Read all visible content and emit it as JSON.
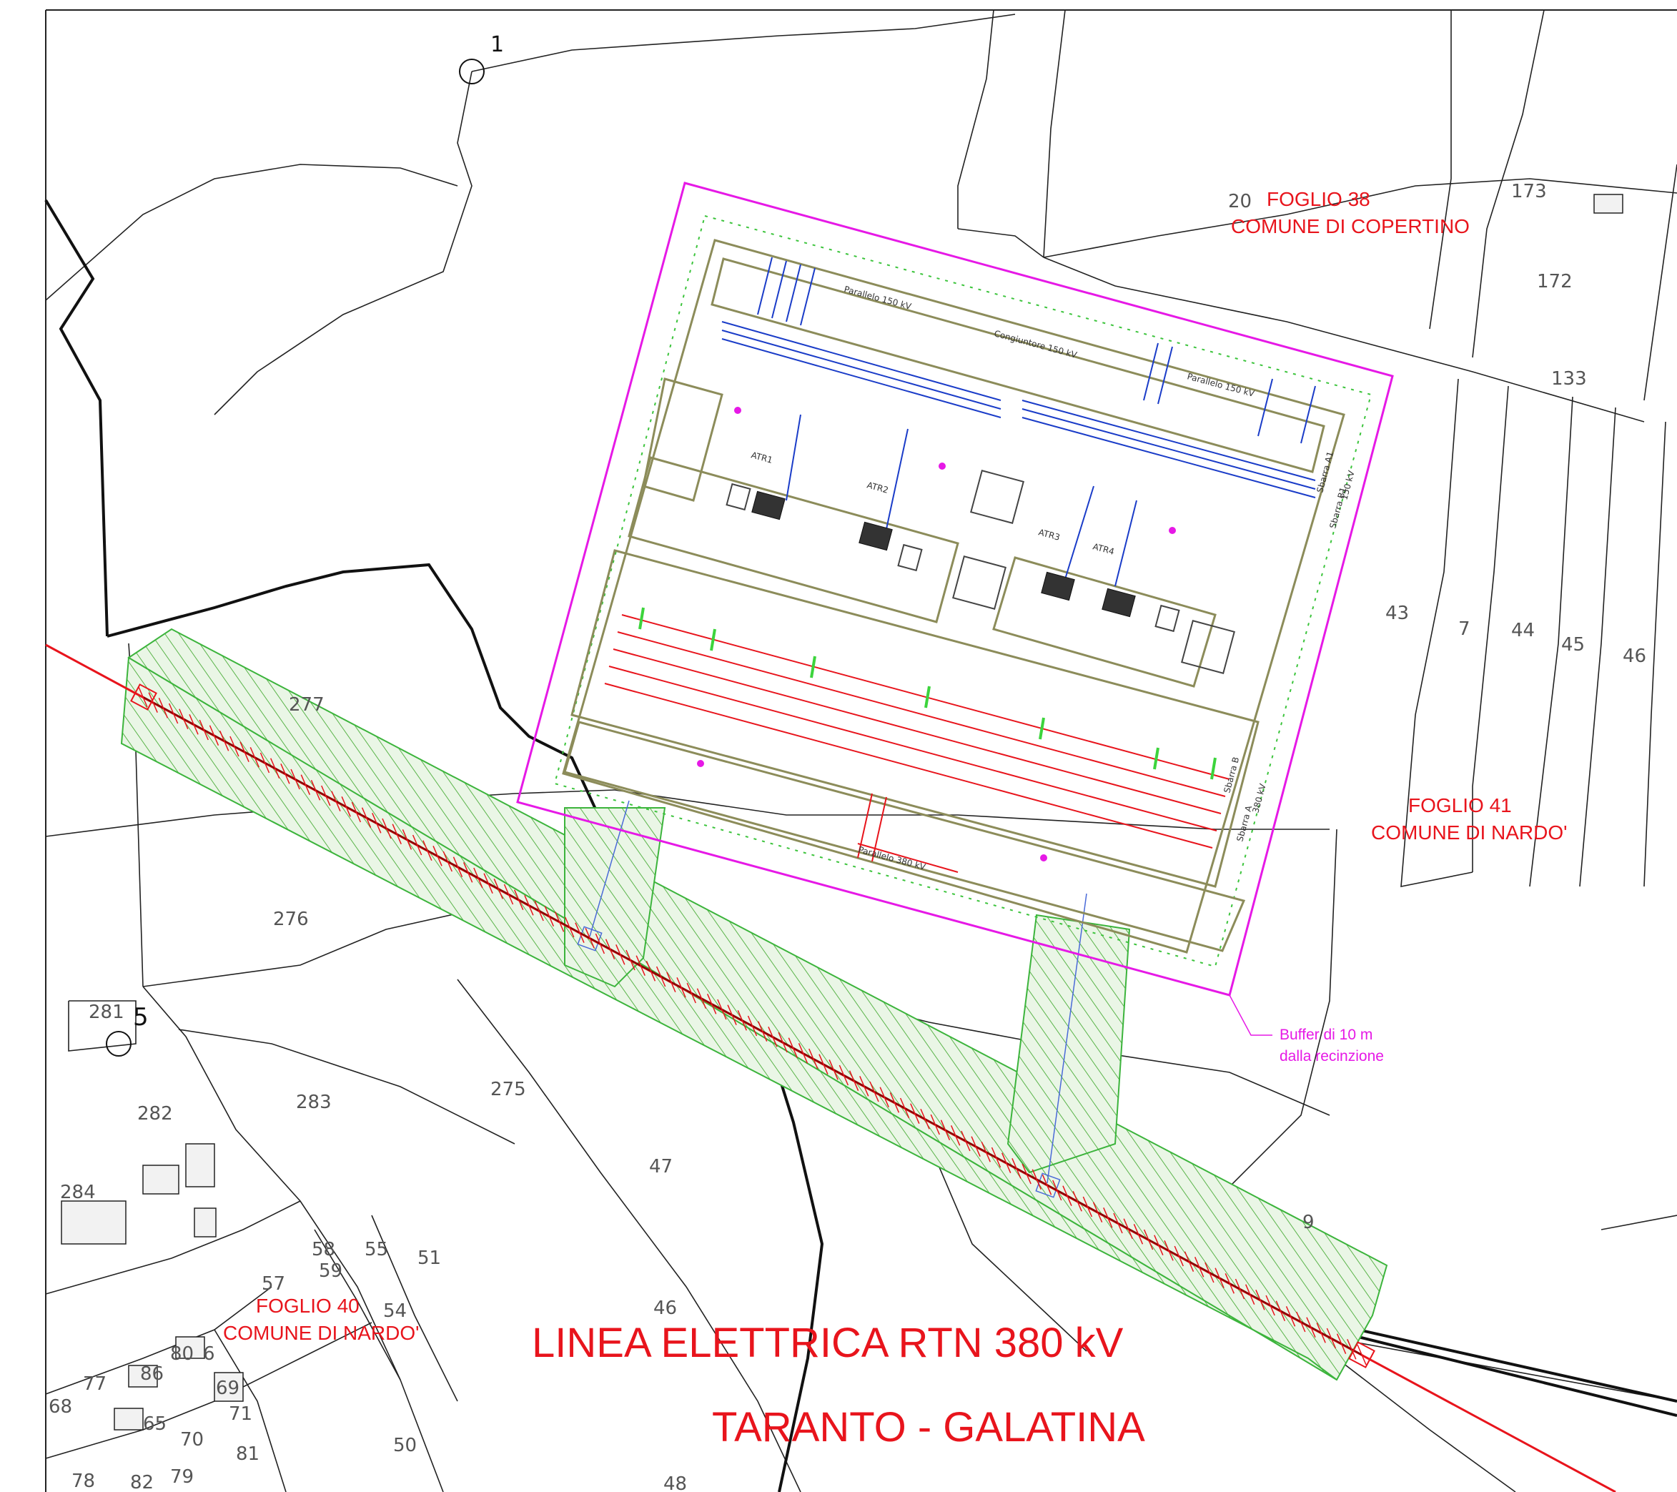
{
  "fogli": {
    "f38": {
      "title": "FOGLIO 38",
      "comune": "COMUNE DI COPERTINO",
      "num": "20"
    },
    "f41": {
      "title": "FOGLIO 41",
      "comune": "COMUNE DI NARDO'"
    },
    "f40": {
      "title": "FOGLIO 40",
      "comune": "COMUNE DI NARDO'"
    }
  },
  "title": {
    "line1": "LINEA ELETTRICA RTN 380 kV",
    "line2": "TARANTO - GALATINA"
  },
  "buffer": {
    "line1": "Buffer di 10 m",
    "line2": "dalla recinzione"
  },
  "vertices": {
    "v1": "1",
    "v5": "5"
  },
  "parcels": {
    "p173": "173",
    "p172": "172",
    "p133": "133",
    "p43": "43",
    "p7": "7",
    "p44": "44",
    "p45": "45",
    "p46r": "46",
    "p277": "277",
    "p276": "276",
    "p281": "281",
    "p282": "282",
    "p283": "283",
    "p275": "275",
    "p284": "284",
    "p47": "47",
    "p9": "9",
    "p58": "58",
    "p55": "55",
    "p51": "51",
    "p57": "57",
    "p59": "59",
    "p54": "54",
    "p46b": "46",
    "p80": "80",
    "p6": "6",
    "p77": "77",
    "p86": "86",
    "p69": "69",
    "p68": "68",
    "p65": "65",
    "p71": "71",
    "p70": "70",
    "p81": "81",
    "p50": "50",
    "p78": "78",
    "p82": "82",
    "p79": "79",
    "p48": "48"
  },
  "station": {
    "parallelo150a": "Parallelo 150 kV",
    "parallelo150b": "Parallelo 150 kV",
    "congiuntore": "Congiuntore 150 kV",
    "parallelo380": "Parallelo 380 kV",
    "atr1": "ATR1",
    "atr2": "ATR2",
    "atr3": "ATR3",
    "atr4": "ATR4",
    "sbarraA": "Sbarra A",
    "sbarraB": "Sbarra B",
    "kv380": "380 kV",
    "sbarraA1": "Sbarra A1",
    "sbarraB1": "Sbarra B1",
    "kv150": "150 kV"
  },
  "colors": {
    "line380": "#e8141c",
    "buffer": "#e619e6",
    "easement": "#3cb43c",
    "bus150": "#1a3cc8",
    "bus380": "#e8141c",
    "road": "#8c8c5a",
    "cadastre": "#222222"
  }
}
